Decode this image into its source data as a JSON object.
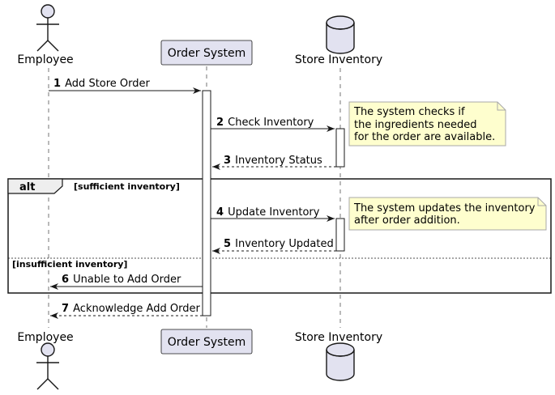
{
  "participants": {
    "employee": {
      "name": "Employee"
    },
    "order_system": {
      "name": "Order System"
    },
    "store_inventory": {
      "name": "Store Inventory"
    }
  },
  "messages": [
    {
      "num": "1",
      "label": "Add Store Order",
      "from": "employee",
      "to": "order_system",
      "style": "solid"
    },
    {
      "num": "2",
      "label": "Check Inventory",
      "from": "order_system",
      "to": "store_inventory",
      "style": "solid"
    },
    {
      "num": "3",
      "label": "Inventory Status",
      "from": "store_inventory",
      "to": "order_system",
      "style": "dashed"
    },
    {
      "num": "4",
      "label": "Update Inventory",
      "from": "order_system",
      "to": "store_inventory",
      "style": "solid"
    },
    {
      "num": "5",
      "label": "Inventory Updated",
      "from": "store_inventory",
      "to": "order_system",
      "style": "dashed"
    },
    {
      "num": "6",
      "label": "Unable to Add Order",
      "from": "order_system",
      "to": "employee",
      "style": "solid"
    },
    {
      "num": "7",
      "label": "Acknowledge Add Order",
      "from": "order_system",
      "to": "employee",
      "style": "dashed"
    }
  ],
  "notes": [
    {
      "lines": [
        "The system checks if",
        "the ingredients needed",
        "for the order are available."
      ]
    },
    {
      "lines": [
        "The system updates the inventory",
        "after order addition."
      ]
    }
  ],
  "alt_frame": {
    "title": "alt",
    "guards": [
      "[sufficient inventory]",
      "[insufficient inventory]"
    ]
  },
  "colors": {
    "participant_fill": "#e2e2f0",
    "participant_border": "#181818",
    "note_fill": "#fefece",
    "note_border": "#a8a8a8",
    "line": "#181818",
    "frame_fill": "#eeeeee"
  }
}
